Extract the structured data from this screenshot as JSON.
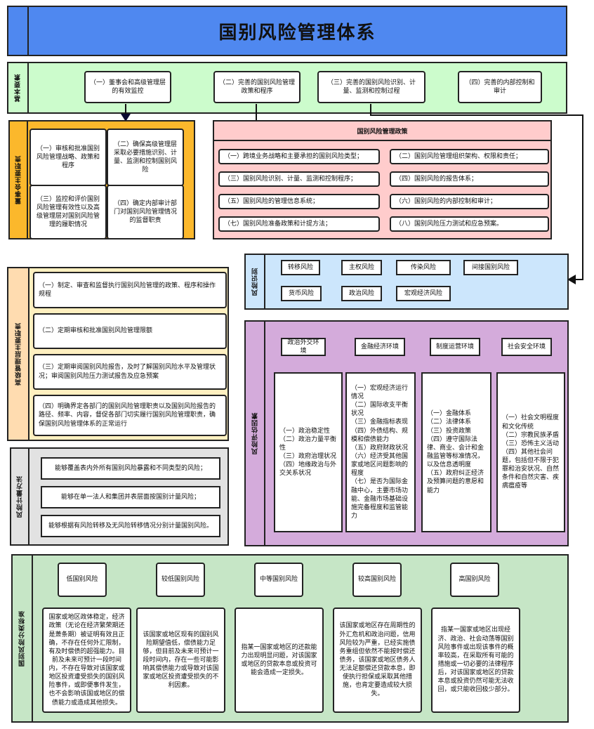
{
  "title": "国别风险管理体系",
  "basic_elements": {
    "label": "基本要素",
    "items": [
      "（一）董事会和高级管理层的有效监控",
      "（二）完善的国别风险管理政策和程序",
      "（三）完善的国别风险识别、计量、监测和控制过程",
      "（四）完善的内部控制和审计"
    ]
  },
  "board": {
    "label": "董事会主要职责",
    "items": [
      "（一）审核和批准国别风险管理战略、政策和程序",
      "（二）确保高级管理层采取必要措施识别、计量、监测和控制国别风险",
      "（三）监控和评价国别风险管理有效性以及高级管理层对国别风险管理的履职情况",
      "（四）确定内部审计部门对国别风险管理情况的监督职责"
    ]
  },
  "policy": {
    "title": "国别风险管理政策",
    "items": [
      "（一）跨境业务战略和主要承担的国别风险类型；",
      "（二）国别风险管理组织架构、权限和责任；",
      "（三）国别风险识别、计量、监测和控制程序；",
      "（四）国别风险的报告体系；",
      "（五）国别风险的管理信息系统；",
      "（六）国别风险的内部控制和审计；",
      "（七）国别风险准备政策和计提方法；",
      "（八）国别风险压力测试和应急预案。"
    ]
  },
  "senior": {
    "label": "高级管理层主要职责",
    "items": [
      "（一）制定、审查和监督执行国别风险管理的政策、程序和操作规程",
      "（二）定期审核和批准国别风险管理限额",
      "（三）定期审阅国别风险报告，及时了解国别风险水平及管理状况；审阅国别风险压力测试报告及应急预案",
      "（四）明确界定各部门的国别风险管理职责以及国别风险报告的路径、频率、内容，督促各部门切实履行国别风险管理职责，确保国别风险管理体系的正常运行"
    ]
  },
  "measurement": {
    "label": "风险计量方法",
    "items": [
      "能够覆盖表内外所有国别风险暴露和不同类型的风险；",
      "能够在单一法人和集团并表层面按国别计量风险；",
      "能够根据有风险转移及无风险转移情况分别计量国别风险。"
    ]
  },
  "identification": {
    "label": "风险识别",
    "items": [
      "转移风险",
      "主权风险",
      "传染风险",
      "间接国别风险",
      "货币风险",
      "政治风险",
      "宏观经济风险"
    ]
  },
  "assessment": {
    "label": "风险评估因素",
    "columns": [
      {
        "header": "政治外交环境",
        "body": "（一）政治稳定性\n（二）政治力量平衡性\n（三）政府治理状况\n（四）地缘政治与外交关系状况"
      },
      {
        "header": "金融经济环境",
        "body": "（一）宏观经济运行情况\n（二）国际收支平衡状况\n（三）金融指标表现\n（四）外债结构、规模和偿债能力\n（五）政府财政状况\n（六）经济受其他国家或地区问题影响的程度\n（七）是否为国际金融中心，主要市场功能、金融市场基础设施完备程度和监管能力"
      },
      {
        "header": "制度运营环境",
        "body": "（一）金融体系\n（二）法律体系\n（三）投资政策\n（四）遵守国际法律、商业、会计和金融监管等标准情况，以及信息透明度\n（五）政府纠正经济及预算问题的意愿和能力"
      },
      {
        "header": "社会安全环境",
        "body": "（一）社会文明程度和文化传统\n（二）宗教民族矛盾\n（三）恐怖主义活动\n（四）其他社会问题，包括但不限于犯罪和治安状况、自然条件和自然灾害、疾病瘟疫等"
      }
    ]
  },
  "classification": {
    "label": "国别风险分类标准",
    "columns": [
      {
        "header": "低国别风险",
        "body": "国家或地区政体稳定，经济政策（无论在经济繁荣期还是萧条期）被证明有效且正确，不存在任何外汇限制，有及时偿债的超强能力。目前及未来可预计一段时间内，不存在导致对该国家或地区投资遭受损失的国别风险事件，或即便事件发生，也不会影响该国或地区的偿债能力或造成其他损失。"
      },
      {
        "header": "较低国别风险",
        "body": "该国家或地区现有的国别风险期望值低，偿债能力足够，但目前及未来可预计一段时间内，存在一些可能影响其偿债能力或导致对该国家或地区投资遭受损失的不利因素。"
      },
      {
        "header": "中等国别风险",
        "body": "指某一国家或地区的还款能力出现明显问题，对该国家或地区的贷款本息或投资可能会造成一定损失。"
      },
      {
        "header": "较高国别风险",
        "body": "该国家或地区存在周期性的外汇危机和政治问题，信用风险较为严重，已经实施债务重组但依然不能按时偿还债务，该国家或地区债务人无法足额偿还贷款本息，即使执行担保或采取其他措施，也肯定要造成较大损失。"
      },
      {
        "header": "高国别风险",
        "body": "指某一国家或地区出现经济、政治、社会动荡等国别风险事件或出现该事件的概率较高，在采取所有可能的措施或一切必要的法律程序后，对该国家或地区的贷款本息或投资仍然可能无法收回，或只能收回极少部分。"
      }
    ]
  },
  "colors": {
    "title": "#4f88f0",
    "basic": "#ccfccc",
    "board": "#fbb82c",
    "policy": "#ffcccc",
    "senior": "#fff0c0",
    "measure": "#e2e2e2",
    "identification": "#cce6fc",
    "assessment": "#d4abdb",
    "classification": "#c6e6c6"
  }
}
